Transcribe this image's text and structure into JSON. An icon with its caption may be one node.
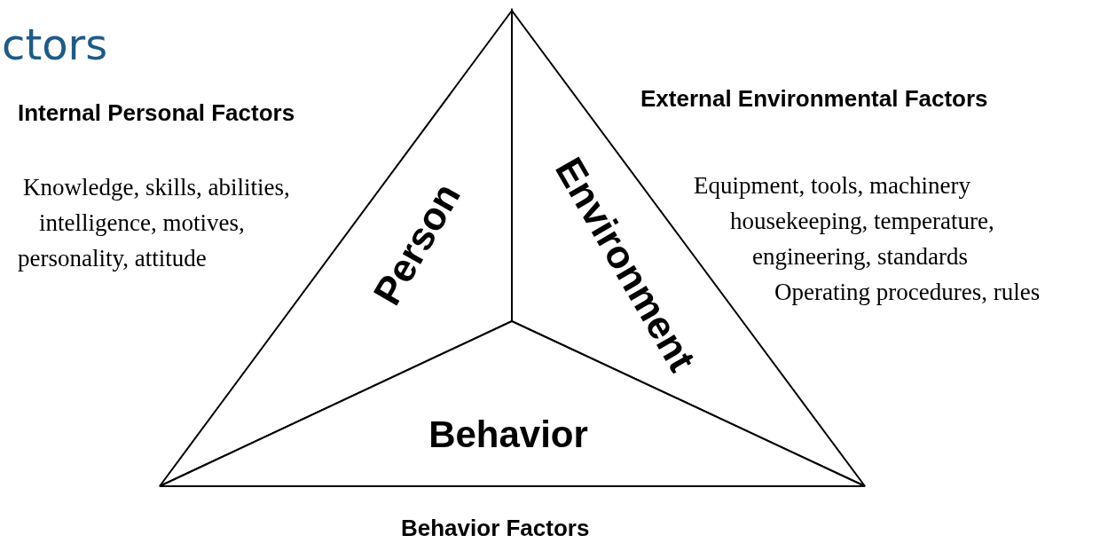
{
  "diagram": {
    "title": "ctors",
    "nodes": [
      {
        "text": [
          "Person"
        ]
      },
      {
        "text": [
          "Environment"
        ]
      },
      {
        "text": [
          "Behavior"
        ]
      }
    ],
    "labels": [
      "Internal Personal Factors",
      "Knowledge, skills, abilities,",
      "intelligence, motives,",
      "personality, attitude",
      "External Environmental Factors",
      "Equipment, tools, machinery",
      "housekeeping, temperature,",
      "engineering, standards",
      "Operating procedures, rules",
      "Behavior Factors"
    ]
  }
}
